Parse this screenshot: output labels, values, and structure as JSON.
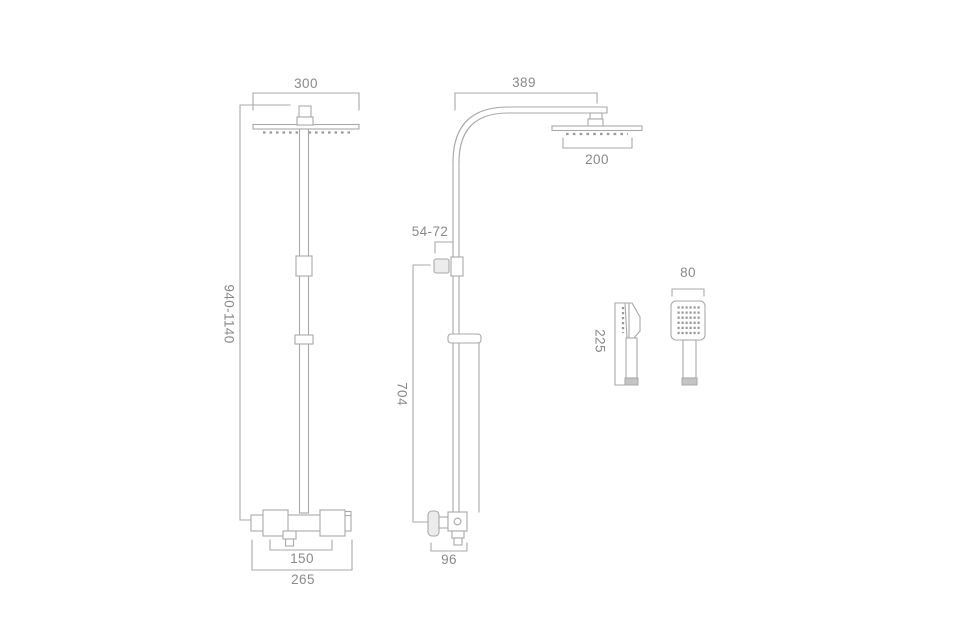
{
  "drawing": {
    "background": "#ffffff",
    "line_color": "#a9a9a9",
    "text_color": "#8a8a8a",
    "dimensions": {
      "front": {
        "head_width": "300",
        "height_range": "940-1140",
        "outlet_spacing": "150",
        "valve_width": "265"
      },
      "side": {
        "arm_projection": "389",
        "head_depth": "200",
        "offset_range": "54-72",
        "rail_length": "704",
        "valve_depth": "96"
      },
      "handset": {
        "length": "225",
        "width": "80"
      }
    }
  }
}
